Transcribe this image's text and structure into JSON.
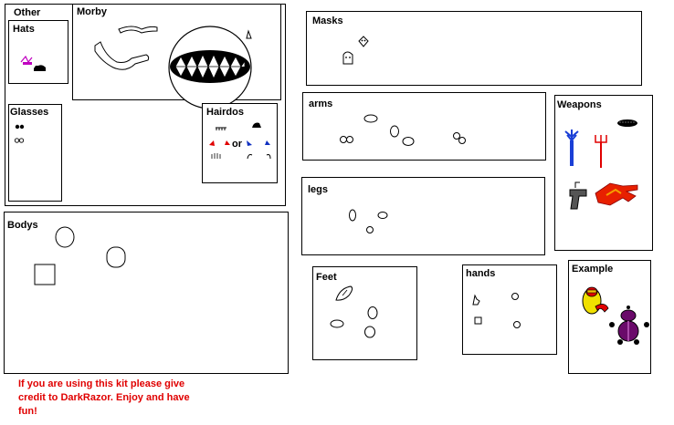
{
  "sections": {
    "other": "Other",
    "hats": "Hats",
    "morby": "Morby",
    "glasses": "Glasses",
    "hairdos": "Hairdos",
    "masks": "Masks",
    "arms": "arms",
    "weapons": "Weapons",
    "legs": "legs",
    "bodys": "Bodys",
    "feet": "Feet",
    "hands": "hands",
    "example": "Example"
  },
  "hairdos_or": "or",
  "credit": "If you are using this kit please give credit to DarkRazor. Enjoy and have fun!",
  "colors": {
    "credit_text": "#e00000",
    "trident_blue": "#1a3fd6",
    "trident_red": "#e00000",
    "glove_red": "#e82000",
    "blob_yellow": "#f0e000",
    "blob_red": "#e00000",
    "robot_purple": "#6a0a6a"
  }
}
